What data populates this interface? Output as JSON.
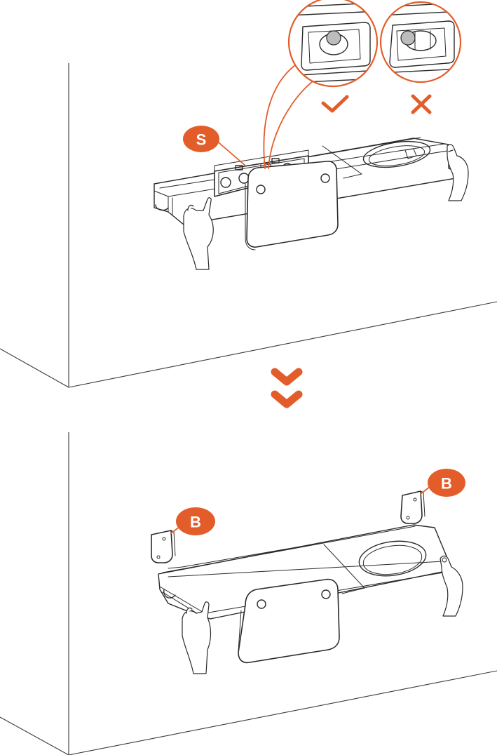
{
  "accent_color": "#e35d2a",
  "line_color": "#2a2a2a",
  "step_1": {
    "callout_label": "S",
    "zoom_correct_mark": "check-mark-icon",
    "zoom_incorrect_mark": "cross-mark-icon"
  },
  "transition_icon": "double-chevron-down-icon",
  "step_2": {
    "bracket_left_label": "B",
    "bracket_right_label": "B"
  }
}
